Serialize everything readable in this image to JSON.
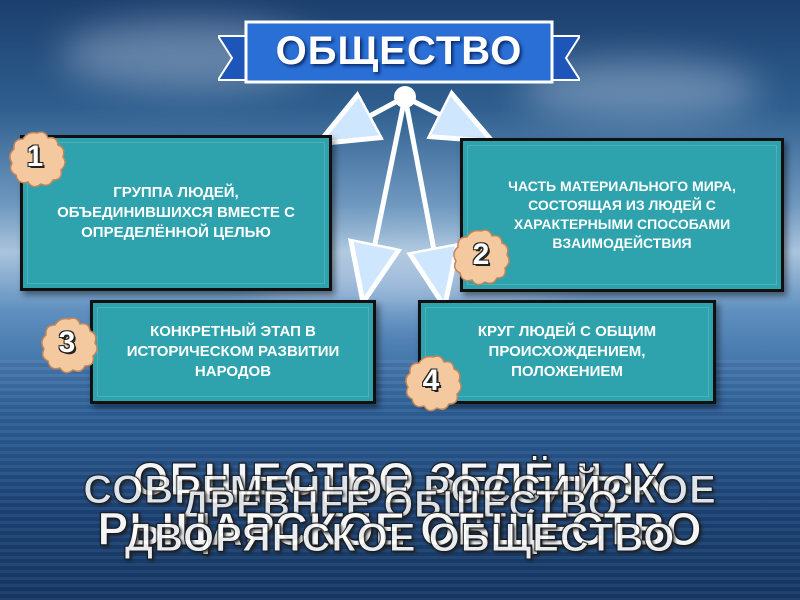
{
  "title": "ОБЩЕСТВО",
  "cards": [
    {
      "number": "1",
      "text": "ГРУППА ЛЮДЕЙ, ОБЪЕДИНИВШИХСЯ ВМЕСТЕ С ОПРЕДЕЛЁННОЙ ЦЕЛЬЮ"
    },
    {
      "number": "2",
      "text": "ЧАСТЬ МАТЕРИАЛЬНОГО МИРА, СОСТОЯЩАЯ ИЗ ЛЮДЕЙ С ХАРАКТЕРНЫМИ СПОСОБАМИ ВЗАИМОДЕЙСТВИЯ"
    },
    {
      "number": "3",
      "text": "КОНКРЕТНЫЙ ЭТАП В ИСТОРИЧЕСКОМ РАЗВИТИИ НАРОДОВ"
    },
    {
      "number": "4",
      "text": "КРУГ ЛЮДЕЙ С ОБЩИМ ПРОИСХОЖДЕНИЕМ, ПОЛОЖЕНИЕМ"
    }
  ],
  "overlay_texts": [
    "ОБЩЕСТВО ЗЕЛЁНЫХ",
    "СОВРЕМЕННОЕ РОССИЙСКОЕ",
    "ДРЕВНЕЕ ОБЩЕСТВО",
    "РЫЦАРСКОЕ ОБЩЕСТВО",
    "ДВОРЯНСКОЕ ОБЩЕСТВО"
  ],
  "colors": {
    "card_fill": "#2ea3ad",
    "card_border": "#101010",
    "banner_blue": "#2a6fd6",
    "badge_fill": "#f5c9a0",
    "arrow": "#ffffff"
  }
}
